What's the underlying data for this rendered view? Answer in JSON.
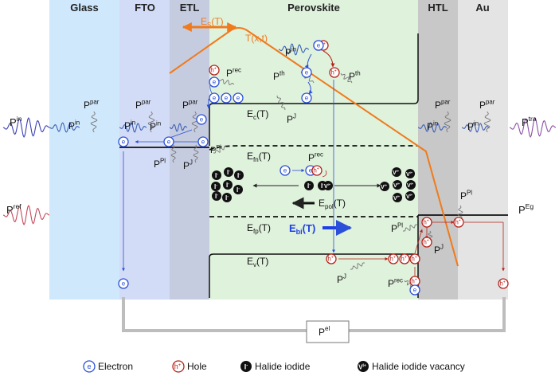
{
  "layers": [
    {
      "name": "Glass"
    },
    {
      "name": "FTO"
    },
    {
      "name": "ETL"
    },
    {
      "name": "Perovskite"
    },
    {
      "name": "HTL"
    },
    {
      "name": "Au"
    }
  ],
  "colors": {
    "glass": "#cfe8fb",
    "fto": "#d3dcf6",
    "etl": "#c6cce0",
    "perovskite": "#dff2dc",
    "htl": "#c8c8c8",
    "au": "#e4e4e4",
    "temperature": "#f07a1c",
    "electron": "#2b4fd8",
    "hole": "#b4221a",
    "ebi": "#1f3fe6"
  },
  "labels": {
    "es_main": "E",
    "es_sub": "S",
    "es_tail": "(T)",
    "temp": "T(x,t)",
    "ec_main": "E",
    "ec_sub": "c",
    "ec_tail": "(T)",
    "efn_main": "E",
    "efn_sub": "fn",
    "efn_tail": "(T)",
    "efp_main": "E",
    "efp_sub": "fp",
    "efp_tail": "(T)",
    "ev_main": "E",
    "ev_sub": "v",
    "ev_tail": "(T)",
    "epol_main": "E",
    "epol_sub": "pol",
    "epol_tail": "(T)",
    "ebi_main": "E",
    "ebi_sub": "bi",
    "ebi_tail": "(T)",
    "p": "P",
    "in": "in",
    "par": "par",
    "tra": "tra",
    "ref": "ref",
    "pl": "Pl",
    "j": "J",
    "th": "th",
    "rec": "rec",
    "eg": "Eg",
    "el": "el"
  },
  "particles": {
    "electron": "e",
    "hole": "h",
    "hole_sup": "+",
    "iodide": "I",
    "iodide_sup": "-",
    "vacancy": "V",
    "vacancy_sup": "I+"
  },
  "legend": [
    {
      "icon": "electron",
      "label": "Electron"
    },
    {
      "icon": "hole",
      "label": "Hole"
    },
    {
      "icon": "iodide",
      "label": "Halide iodide"
    },
    {
      "icon": "vacancy",
      "label": "Halide iodide vacancy"
    }
  ]
}
